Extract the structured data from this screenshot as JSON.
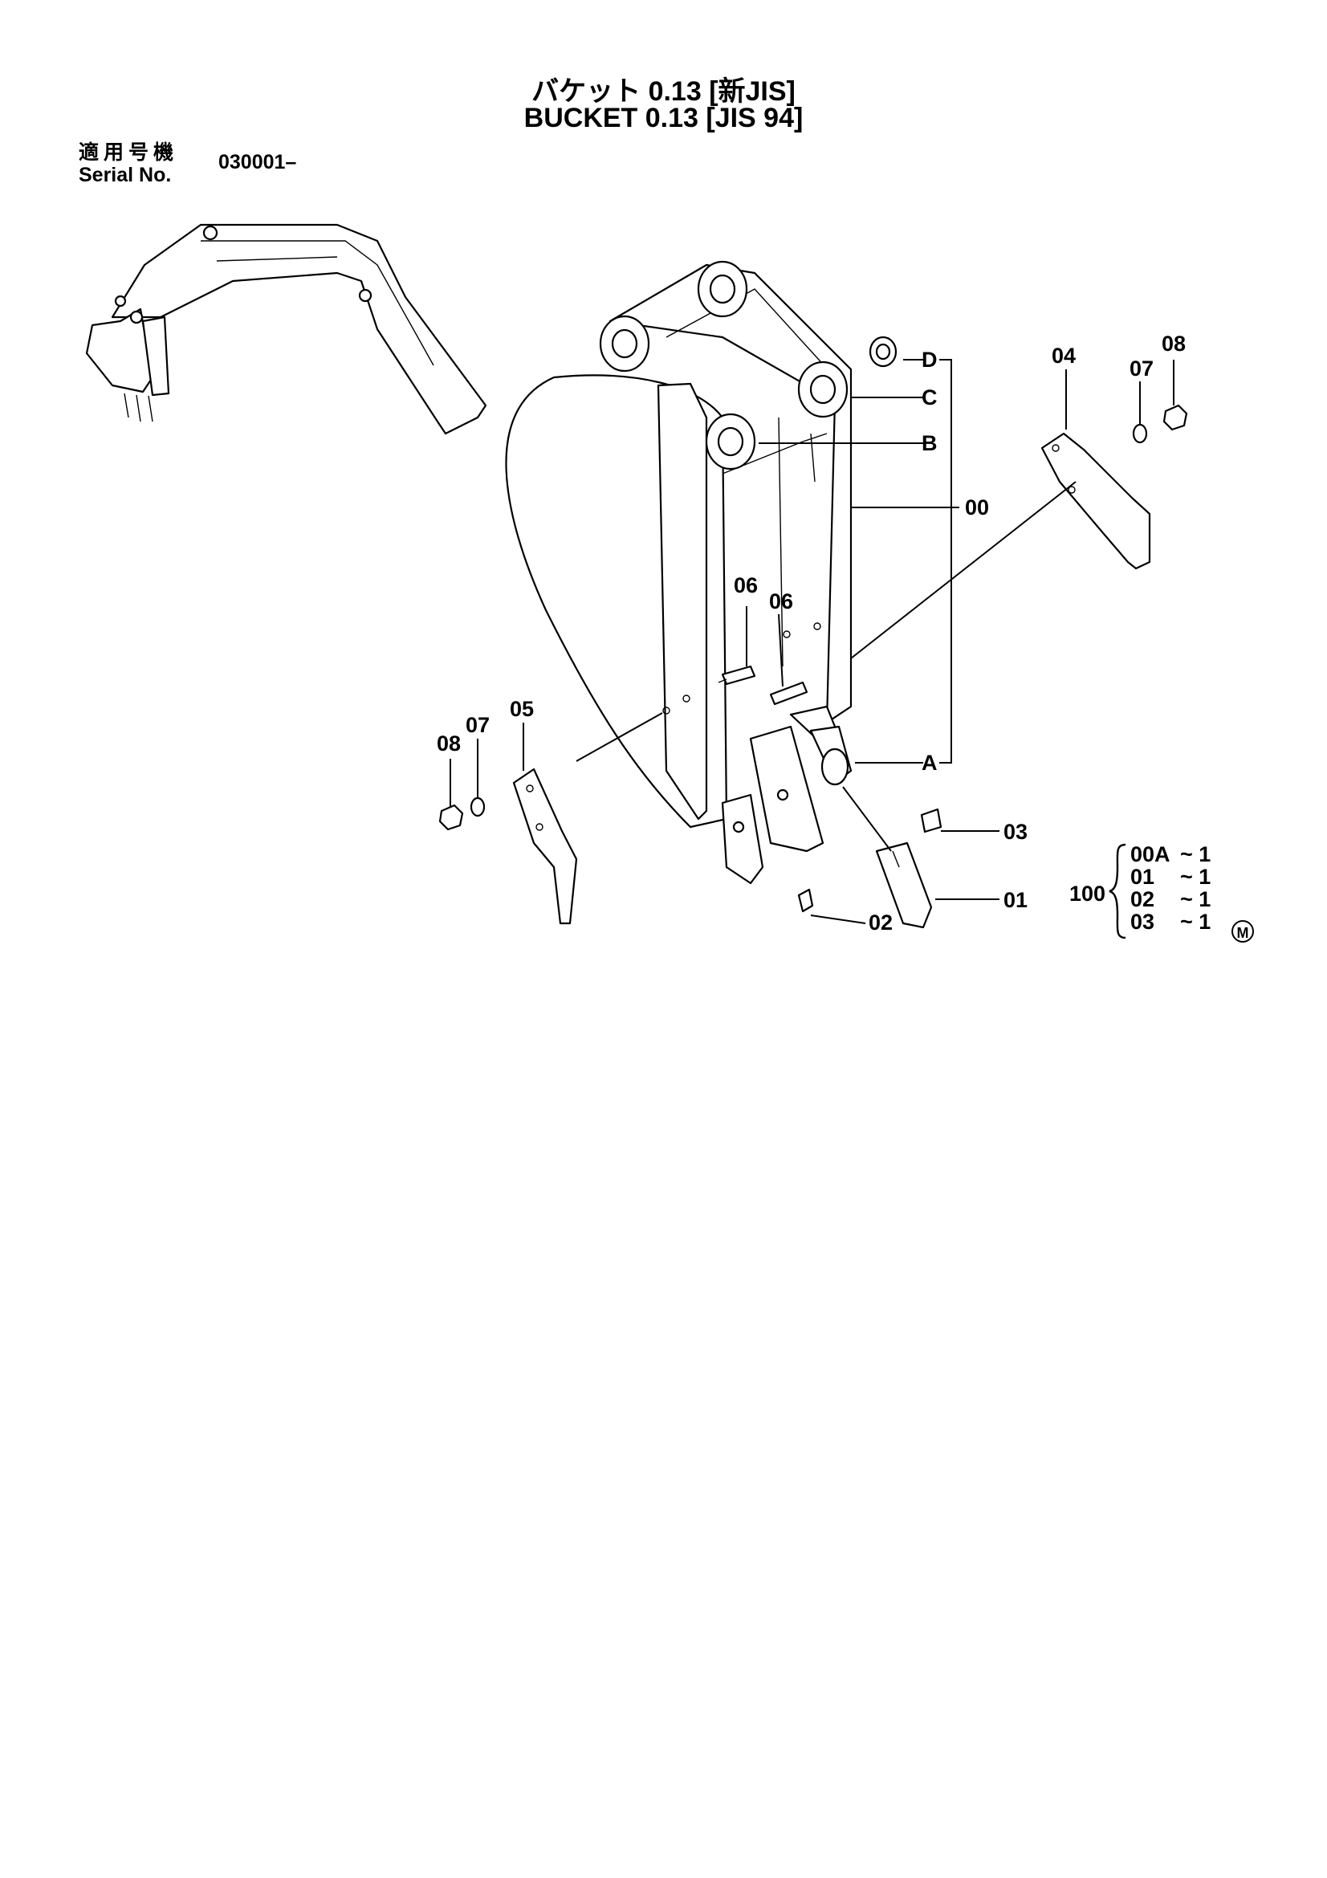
{
  "title": {
    "japanese": "バケット 0.13 [新JIS]",
    "english": "BUCKET 0.13 [JIS 94]"
  },
  "serial": {
    "label_japanese": "適用号機",
    "label_english": "Serial No.",
    "value": "030001–"
  },
  "callouts": {
    "D": "D",
    "C": "C",
    "B": "B",
    "A": "A",
    "p00": "00",
    "p01": "01",
    "p02": "02",
    "p03": "03",
    "p04": "04",
    "p05": "05",
    "p06a": "06",
    "p06b": "06",
    "p07a": "07",
    "p07b": "07",
    "p08a": "08",
    "p08b": "08"
  },
  "kit": {
    "number": "100",
    "rows": [
      {
        "part": "00A",
        "qty": "~ 1"
      },
      {
        "part": "01",
        "qty": "~ 1"
      },
      {
        "part": "02",
        "qty": "~ 1"
      },
      {
        "part": "03",
        "qty": "~ 1"
      }
    ]
  },
  "mark": "M"
}
